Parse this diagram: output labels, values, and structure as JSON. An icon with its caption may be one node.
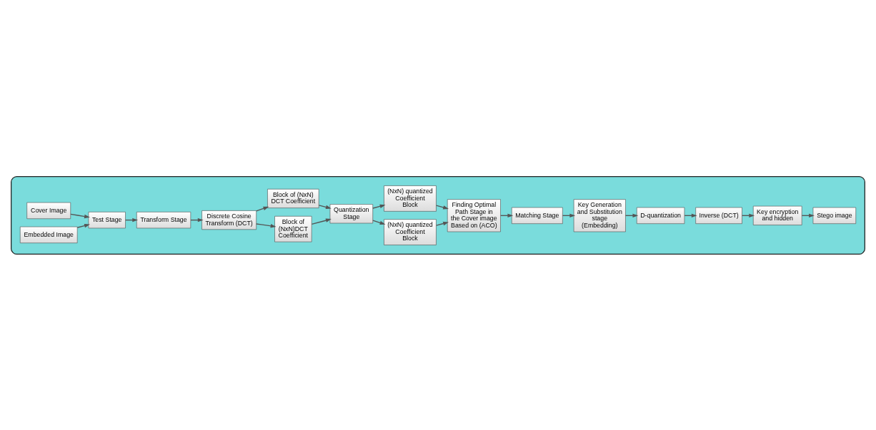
{
  "diagram": {
    "nodes": [
      {
        "text": [],
        "shape": "box"
      },
      {
        "text": [
          "Cover Image"
        ],
        "in": 0
      },
      {
        "text": [
          "Embedded Image"
        ],
        "in": 0
      },
      {
        "text": [
          "Test Stage"
        ],
        "in": 0
      },
      {
        "text": [
          "Transform Stage"
        ],
        "in": 0
      },
      {
        "text": [
          "Discrete Cosine Transform (DCT)"
        ],
        "in": 0
      },
      {
        "text": [
          "Block of (NxN)DCT Coefficient"
        ],
        "in": 0
      },
      {
        "text": [
          "Block of (NxN) DCT Coefficient"
        ],
        "in": 0
      },
      {
        "text": [
          "Quantization Stage"
        ],
        "in": 0
      },
      {
        "text": [
          "(NxN) quantized Coefficient Block"
        ],
        "in": 0
      },
      {
        "text": [
          "(NxN) quantized Coefficient Block"
        ],
        "in": 0
      },
      {
        "text": [
          "Finding Optimal Path Stage in the Cover image Based on (ACO)"
        ],
        "in": 0
      },
      {
        "text": [
          "Matching Stage"
        ],
        "in": 0
      },
      {
        "text": [
          "Key Generation and Substitution stage (Embedding)"
        ],
        "in": 0
      },
      {
        "text": [
          "D-quantization"
        ],
        "in": 0
      },
      {
        "text": [
          "Inverse (DCT)"
        ],
        "in": 0
      },
      {
        "text": [
          "Key encryption and hidden"
        ],
        "in": 0
      },
      {
        "text": [
          "Stego image"
        ],
        "in": 0
      }
    ],
    "edges": [
      {
        "from": 1,
        "to": 3,
        "arrow": "to"
      },
      {
        "from": 2,
        "to": 3,
        "arrow": "to"
      },
      {
        "from": 3,
        "to": 4,
        "arrow": "to"
      },
      {
        "from": 4,
        "to": 5,
        "arrow": "to"
      },
      {
        "from": 5,
        "to": 6,
        "arrow": "to"
      },
      {
        "from": 5,
        "to": 7,
        "arrow": "to"
      },
      {
        "from": 6,
        "to": 8,
        "arrow": "to"
      },
      {
        "from": 7,
        "to": 8,
        "arrow": "to"
      },
      {
        "from": 8,
        "to": 9,
        "arrow": "to"
      },
      {
        "from": 8,
        "to": 10,
        "arrow": "to"
      },
      {
        "from": 9,
        "to": 11,
        "arrow": "to"
      },
      {
        "from": 10,
        "to": 11,
        "arrow": "to"
      },
      {
        "from": 11,
        "to": 12,
        "arrow": "to"
      },
      {
        "from": 12,
        "to": 13,
        "arrow": "to"
      },
      {
        "from": 13,
        "to": 14,
        "arrow": "to"
      },
      {
        "from": 14,
        "to": 15,
        "arrow": "to"
      },
      {
        "from": 15,
        "to": 16,
        "arrow": "to"
      },
      {
        "from": 16,
        "to": 17,
        "arrow": "to"
      }
    ]
  }
}
